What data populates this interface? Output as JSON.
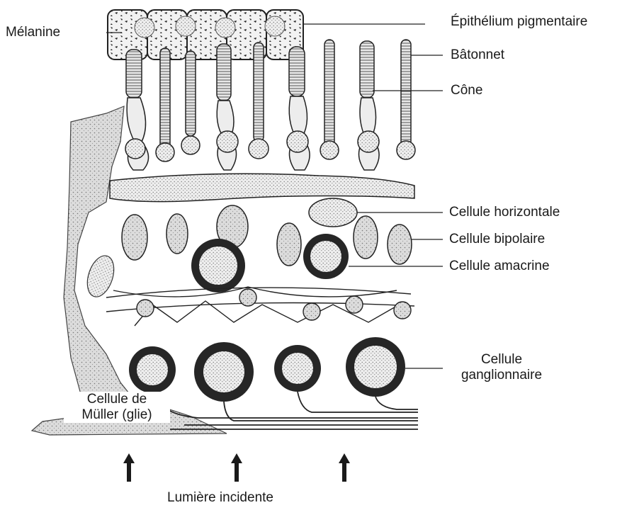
{
  "labels": {
    "melanine": "Mélanine",
    "epithelium": "Épithélium pigmentaire",
    "batonnet": "Bâtonnet",
    "cone": "Cône",
    "horizontale": "Cellule horizontale",
    "bipolaire": "Cellule bipolaire",
    "amacrine": "Cellule amacrine",
    "ganglionnaire_line1": "Cellule",
    "ganglionnaire_line2": "ganglionnaire",
    "muller_line1": "Cellule de",
    "muller_line2": "Müller (glie)",
    "lumiere": "Lumière incidente"
  },
  "colors": {
    "ink": "#1a1a1a",
    "cell_fill": "#c9c9c9",
    "cell_light": "#e4e4e4",
    "muller_fill": "#d6d6d6",
    "dark_cell": "#262626"
  },
  "icons": {
    "arrows": [
      "up-arrow-icon",
      "up-arrow-icon",
      "up-arrow-icon"
    ]
  }
}
